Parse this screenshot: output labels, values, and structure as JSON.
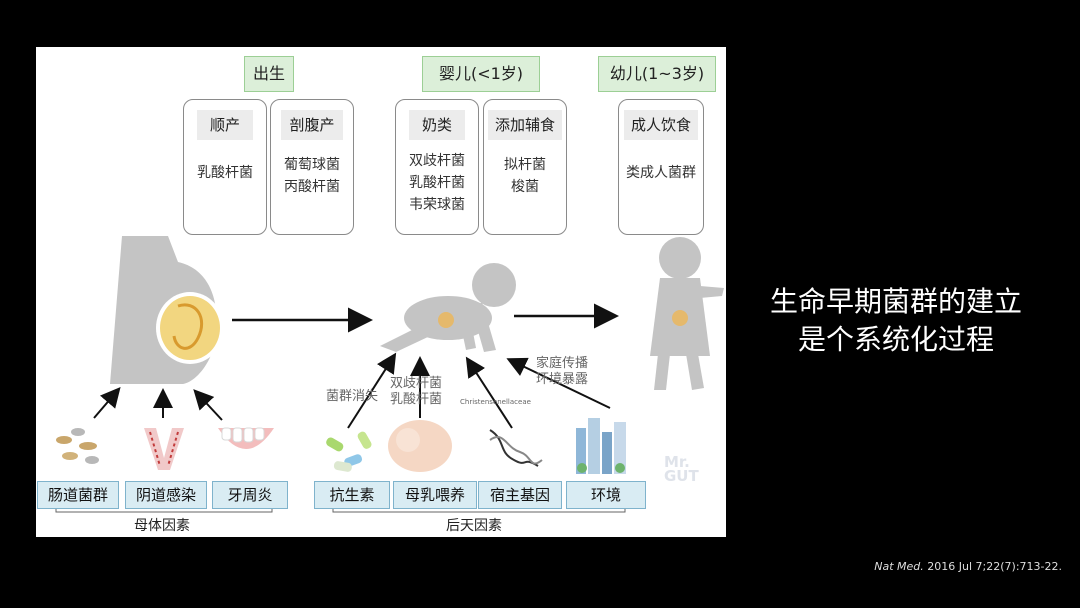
{
  "stages": {
    "birth": "出生",
    "infant": "婴儿(<1岁)",
    "toddler": "幼儿(1~3岁)"
  },
  "cards": {
    "vaginal": {
      "title": "顺产",
      "lines": [
        "乳酸杆菌"
      ]
    },
    "cesarean": {
      "title": "剖腹产",
      "lines": [
        "葡萄球菌",
        "丙酸杆菌"
      ]
    },
    "milk": {
      "title": "奶类",
      "lines": [
        "双歧杆菌",
        "乳酸杆菌",
        "韦荣球菌"
      ]
    },
    "solid_food": {
      "title": "添加辅食",
      "lines": [
        "拟杆菌",
        "梭菌"
      ]
    },
    "adult_diet": {
      "title": "成人饮食",
      "lines": [
        "类成人菌群"
      ]
    }
  },
  "annotations": {
    "microbe_loss": "菌群消失",
    "breastfeed_bacteria": [
      "双歧杆菌",
      "乳酸杆菌"
    ],
    "family_spread": [
      "家庭传播",
      "环境暴露"
    ],
    "christensenellaceae": "Christensenellaceae"
  },
  "factors": {
    "gut_flora": "肠道菌群",
    "vaginal_infection": "阴道感染",
    "periodontitis": "牙周炎",
    "antibiotics": "抗生素",
    "breastfeeding": "母乳喂养",
    "host_genes": "宿主基因",
    "environment": "环境"
  },
  "groups": {
    "maternal": "母体因素",
    "acquired": "后天因素"
  },
  "watermark": [
    "Mr.",
    "GUT"
  ],
  "title_lines": [
    "生命早期菌群的建立",
    "是个系统化过程"
  ],
  "citation": {
    "journal": "Nat Med.",
    "details": "2016 Jul 7;22(7):713-22."
  },
  "colors": {
    "stage_bg": "#dcefd9",
    "factor_bg": "#d9ecf3",
    "silhouette": "#c4c4c4",
    "fetus": "#f2d680"
  }
}
